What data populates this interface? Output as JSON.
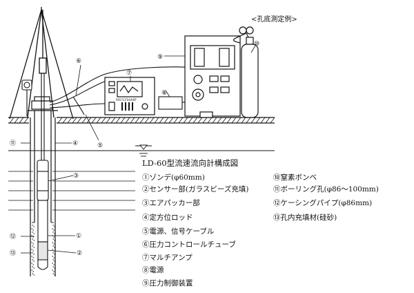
{
  "diagram": {
    "example_label": "<孔底測定例>",
    "title": "LD-60型流速流向計構成図",
    "legend_left": [
      "①ゾンデ(φ60mm)",
      "②センサー部(ガラスビーズ充填)",
      "③エアパッカー部",
      "④定方位ロッド",
      "⑤電源、信号ケーブル",
      "⑥圧力コントロールチューブ",
      "⑦マルチアンプ",
      "⑧電源",
      "⑨圧力制御装置"
    ],
    "legend_right": [
      "⑩窒素ボンベ",
      "⑪ボーリング孔(φ86～100mm)",
      "⑫ケーシングパイプ(φ86mm)",
      "⑬孔内充填材(硅砂)"
    ],
    "callouts": {
      "c1": "①",
      "c2": "②",
      "c3": "③",
      "c4": "④",
      "c5": "⑤",
      "c6": "⑥",
      "c7": "⑦",
      "c8": "⑧",
      "c9": "⑨",
      "c10": "⑩",
      "c11": "⑪",
      "c12": "⑫",
      "c13": "⑬"
    },
    "amp_brand": "MULTIAMP"
  }
}
